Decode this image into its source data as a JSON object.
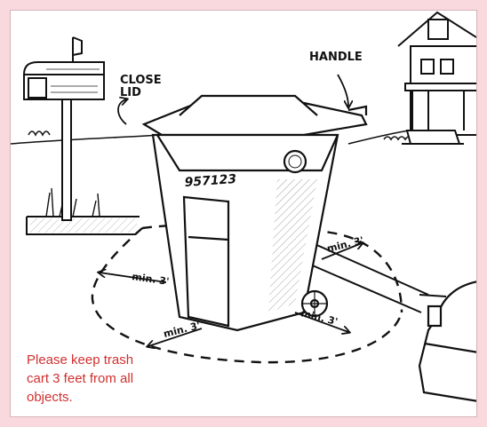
{
  "labels": {
    "close_lid_line1": "CLOSE",
    "close_lid_line2": "LID",
    "handle": "HANDLE",
    "cart_number": "957123",
    "min_back_left": "min. 3'",
    "min_back_right": "min. 3'",
    "min_front_left": "min. 3'",
    "min_front_right": "min. 3'"
  },
  "notice": {
    "line1": "Please keep trash",
    "line2": "cart 3 feet from all",
    "line3": "objects."
  },
  "colors": {
    "background": "#f9d9de",
    "notice_text": "#d03030",
    "ink": "#111111"
  }
}
